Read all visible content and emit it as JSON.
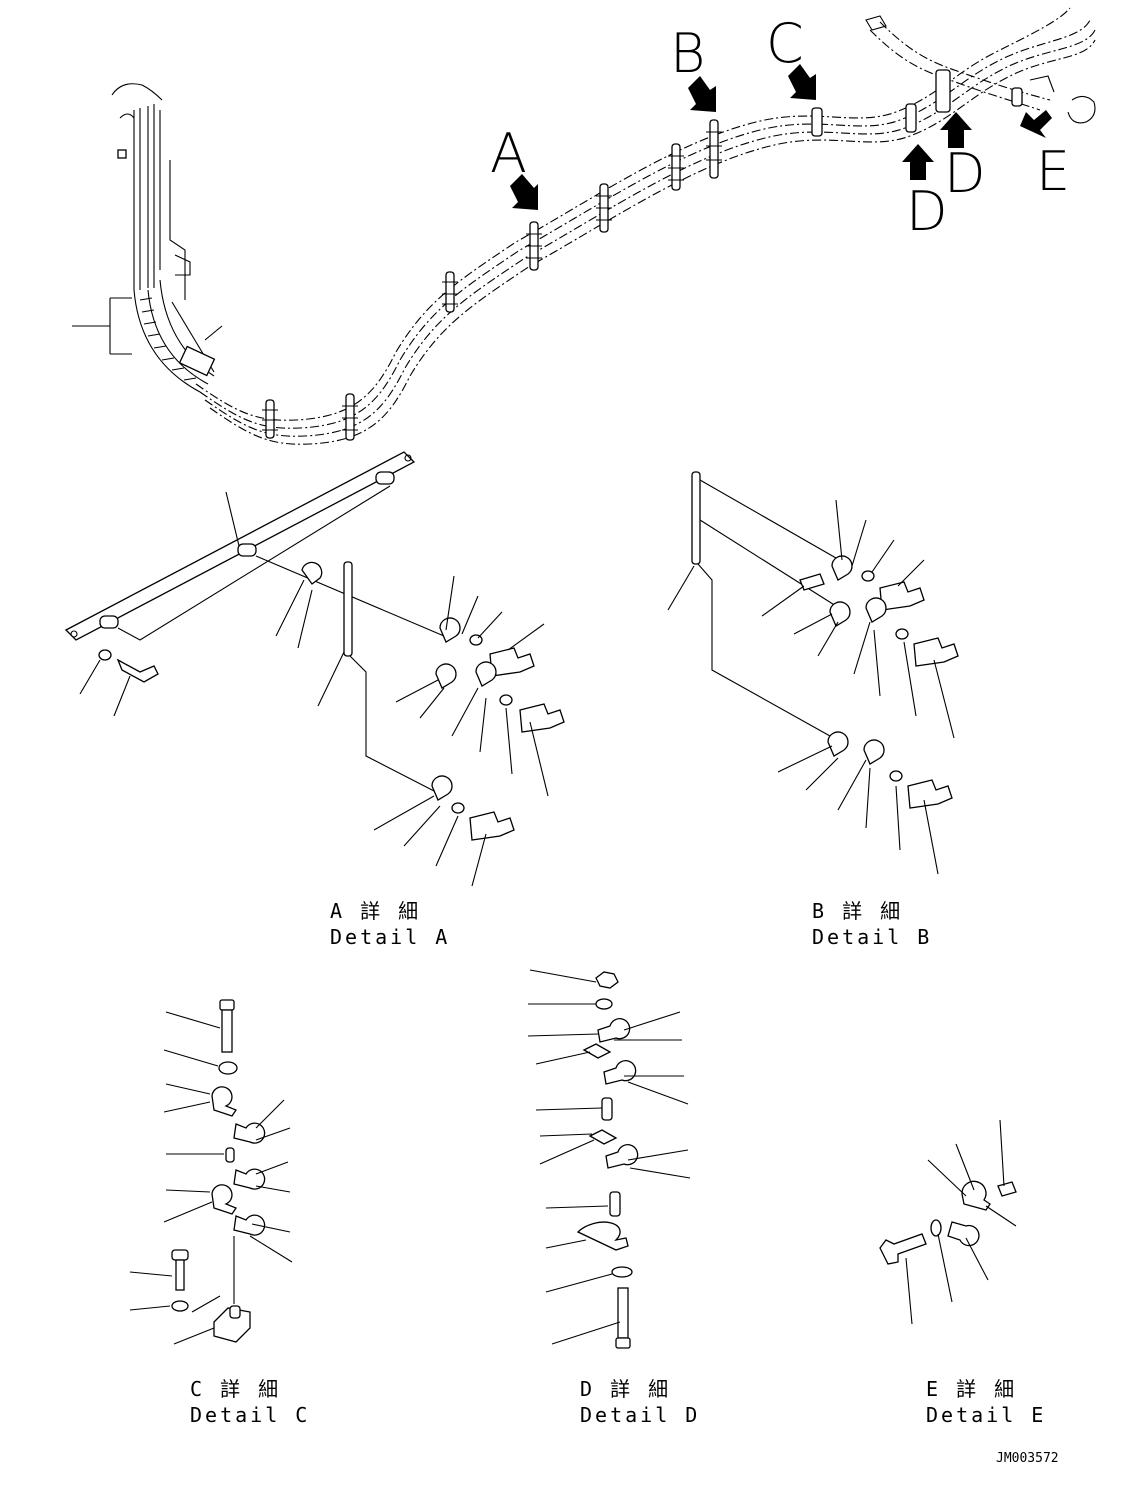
{
  "arrow_labels": {
    "a": "A",
    "b": "B",
    "c": "C",
    "d1": "D",
    "d2": "D",
    "e": "E"
  },
  "details": {
    "a": {
      "jp": "A 詳 細",
      "en": "Detail A"
    },
    "b": {
      "jp": "B 詳 細",
      "en": "Detail B"
    },
    "c": {
      "jp": "C 詳 細",
      "en": "Detail C"
    },
    "d": {
      "jp": "D 詳 細",
      "en": "Detail D"
    },
    "e": {
      "jp": "E 詳 細",
      "en": "Detail E"
    }
  },
  "drawing_code": "JM003572",
  "colors": {
    "line": "#000000",
    "background": "#ffffff"
  }
}
